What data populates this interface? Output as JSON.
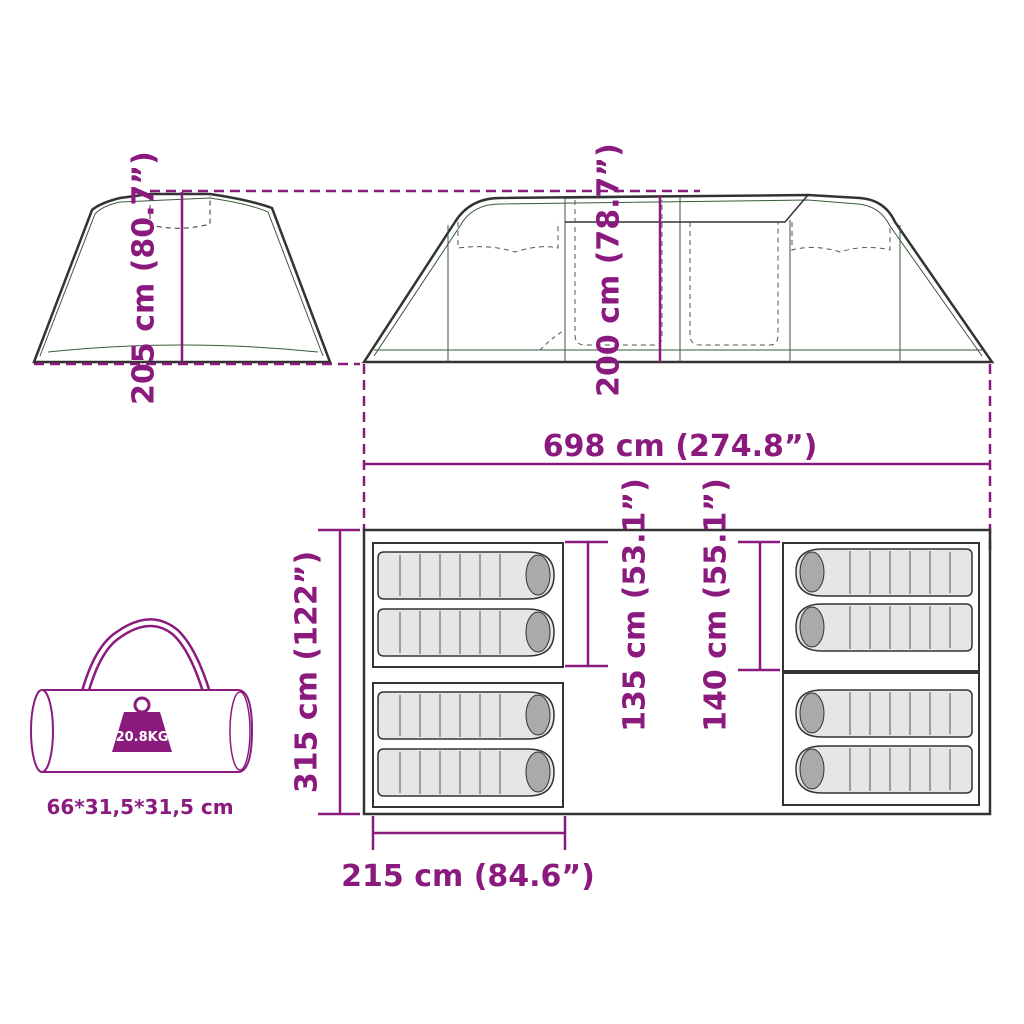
{
  "colors": {
    "accent": "#8b1a7e",
    "outline": "#333333",
    "tent_line": "#3a5a3a",
    "bag_fill": "#e6e6e6",
    "bag_end": "#aaaaaa"
  },
  "dimensions": {
    "side_height": "205 cm (80.7”)",
    "front_height": "200 cm (78.7”)",
    "total_length": "698 cm (274.8”)",
    "floor_width": "315 cm (122”)",
    "room_left_depth": "135 cm (53.1”)",
    "room_right_depth": "140 cm (55.1”)",
    "room_width": "215 cm (84.6”)"
  },
  "bag": {
    "weight": "20.8KG",
    "size": "66*31,5*31,5 cm"
  },
  "icons": {
    "sleeping_bag": "sleeping-bag-icon",
    "carry_bag": "carry-bag-icon",
    "weight": "weight-icon"
  }
}
